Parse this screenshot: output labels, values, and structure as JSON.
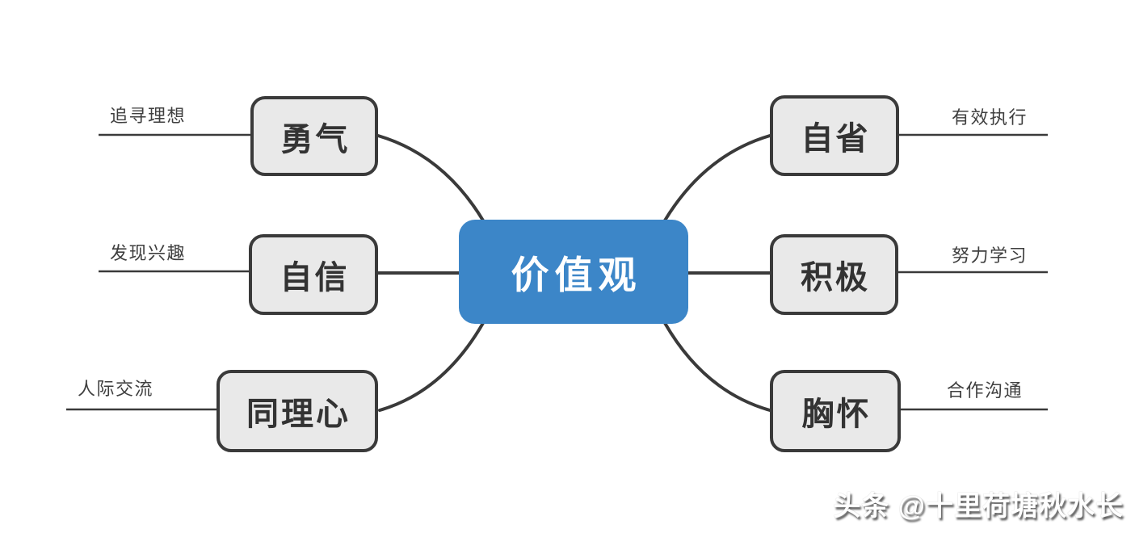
{
  "diagram": {
    "type": "mindmap",
    "center": {
      "label": "价值观"
    },
    "left_branches": [
      {
        "label": "勇气",
        "annotation": "追寻理想"
      },
      {
        "label": "自信",
        "annotation": "发现兴趣"
      },
      {
        "label": "同理心",
        "annotation": "人际交流"
      }
    ],
    "right_branches": [
      {
        "label": "自省",
        "annotation": "有效执行"
      },
      {
        "label": "积极",
        "annotation": "努力学习"
      },
      {
        "label": "胸怀",
        "annotation": "合作沟通"
      }
    ],
    "colors": {
      "background": "#ffffff",
      "center_fill": "#3c86c8",
      "center_text": "#ffffff",
      "node_fill": "#e9e9e9",
      "node_border": "#3a3a3a",
      "node_text": "#333333",
      "line": "#3a3a3a",
      "annotation_text": "#3f3f3f"
    }
  },
  "watermark": {
    "text": "头条 @十里荷塘秋水长"
  }
}
